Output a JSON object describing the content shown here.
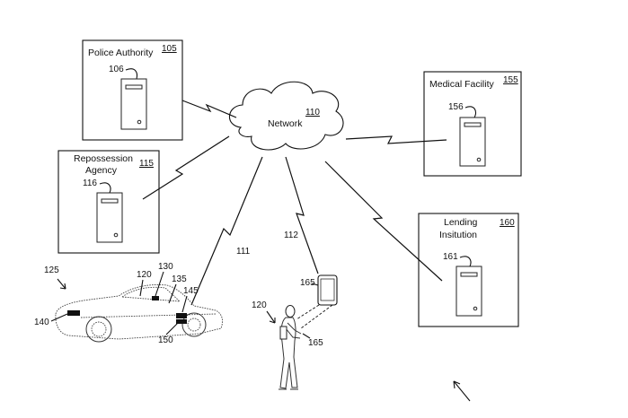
{
  "network": {
    "label": "Network",
    "ref": "110"
  },
  "police": {
    "label": "Police Authority",
    "ref": "105",
    "server_ref": "106"
  },
  "medical": {
    "label": "Medical Facility",
    "ref": "155",
    "server_ref": "156"
  },
  "repossession": {
    "label_line1": "Repossession",
    "label_line2": "Agency",
    "ref": "115",
    "server_ref": "116"
  },
  "lending": {
    "label_line1": "Lending",
    "label_line2": "Insitution",
    "ref": "160",
    "server_ref": "161"
  },
  "links": {
    "car_link": "111",
    "phone_link": "112"
  },
  "vehicle": {
    "ref": "125",
    "c120": "120",
    "c130": "130",
    "c135": "135",
    "c145": "145",
    "c140": "140",
    "c150": "150"
  },
  "person": {
    "ref": "120",
    "phone_ref": "165",
    "held_ref": "165"
  }
}
